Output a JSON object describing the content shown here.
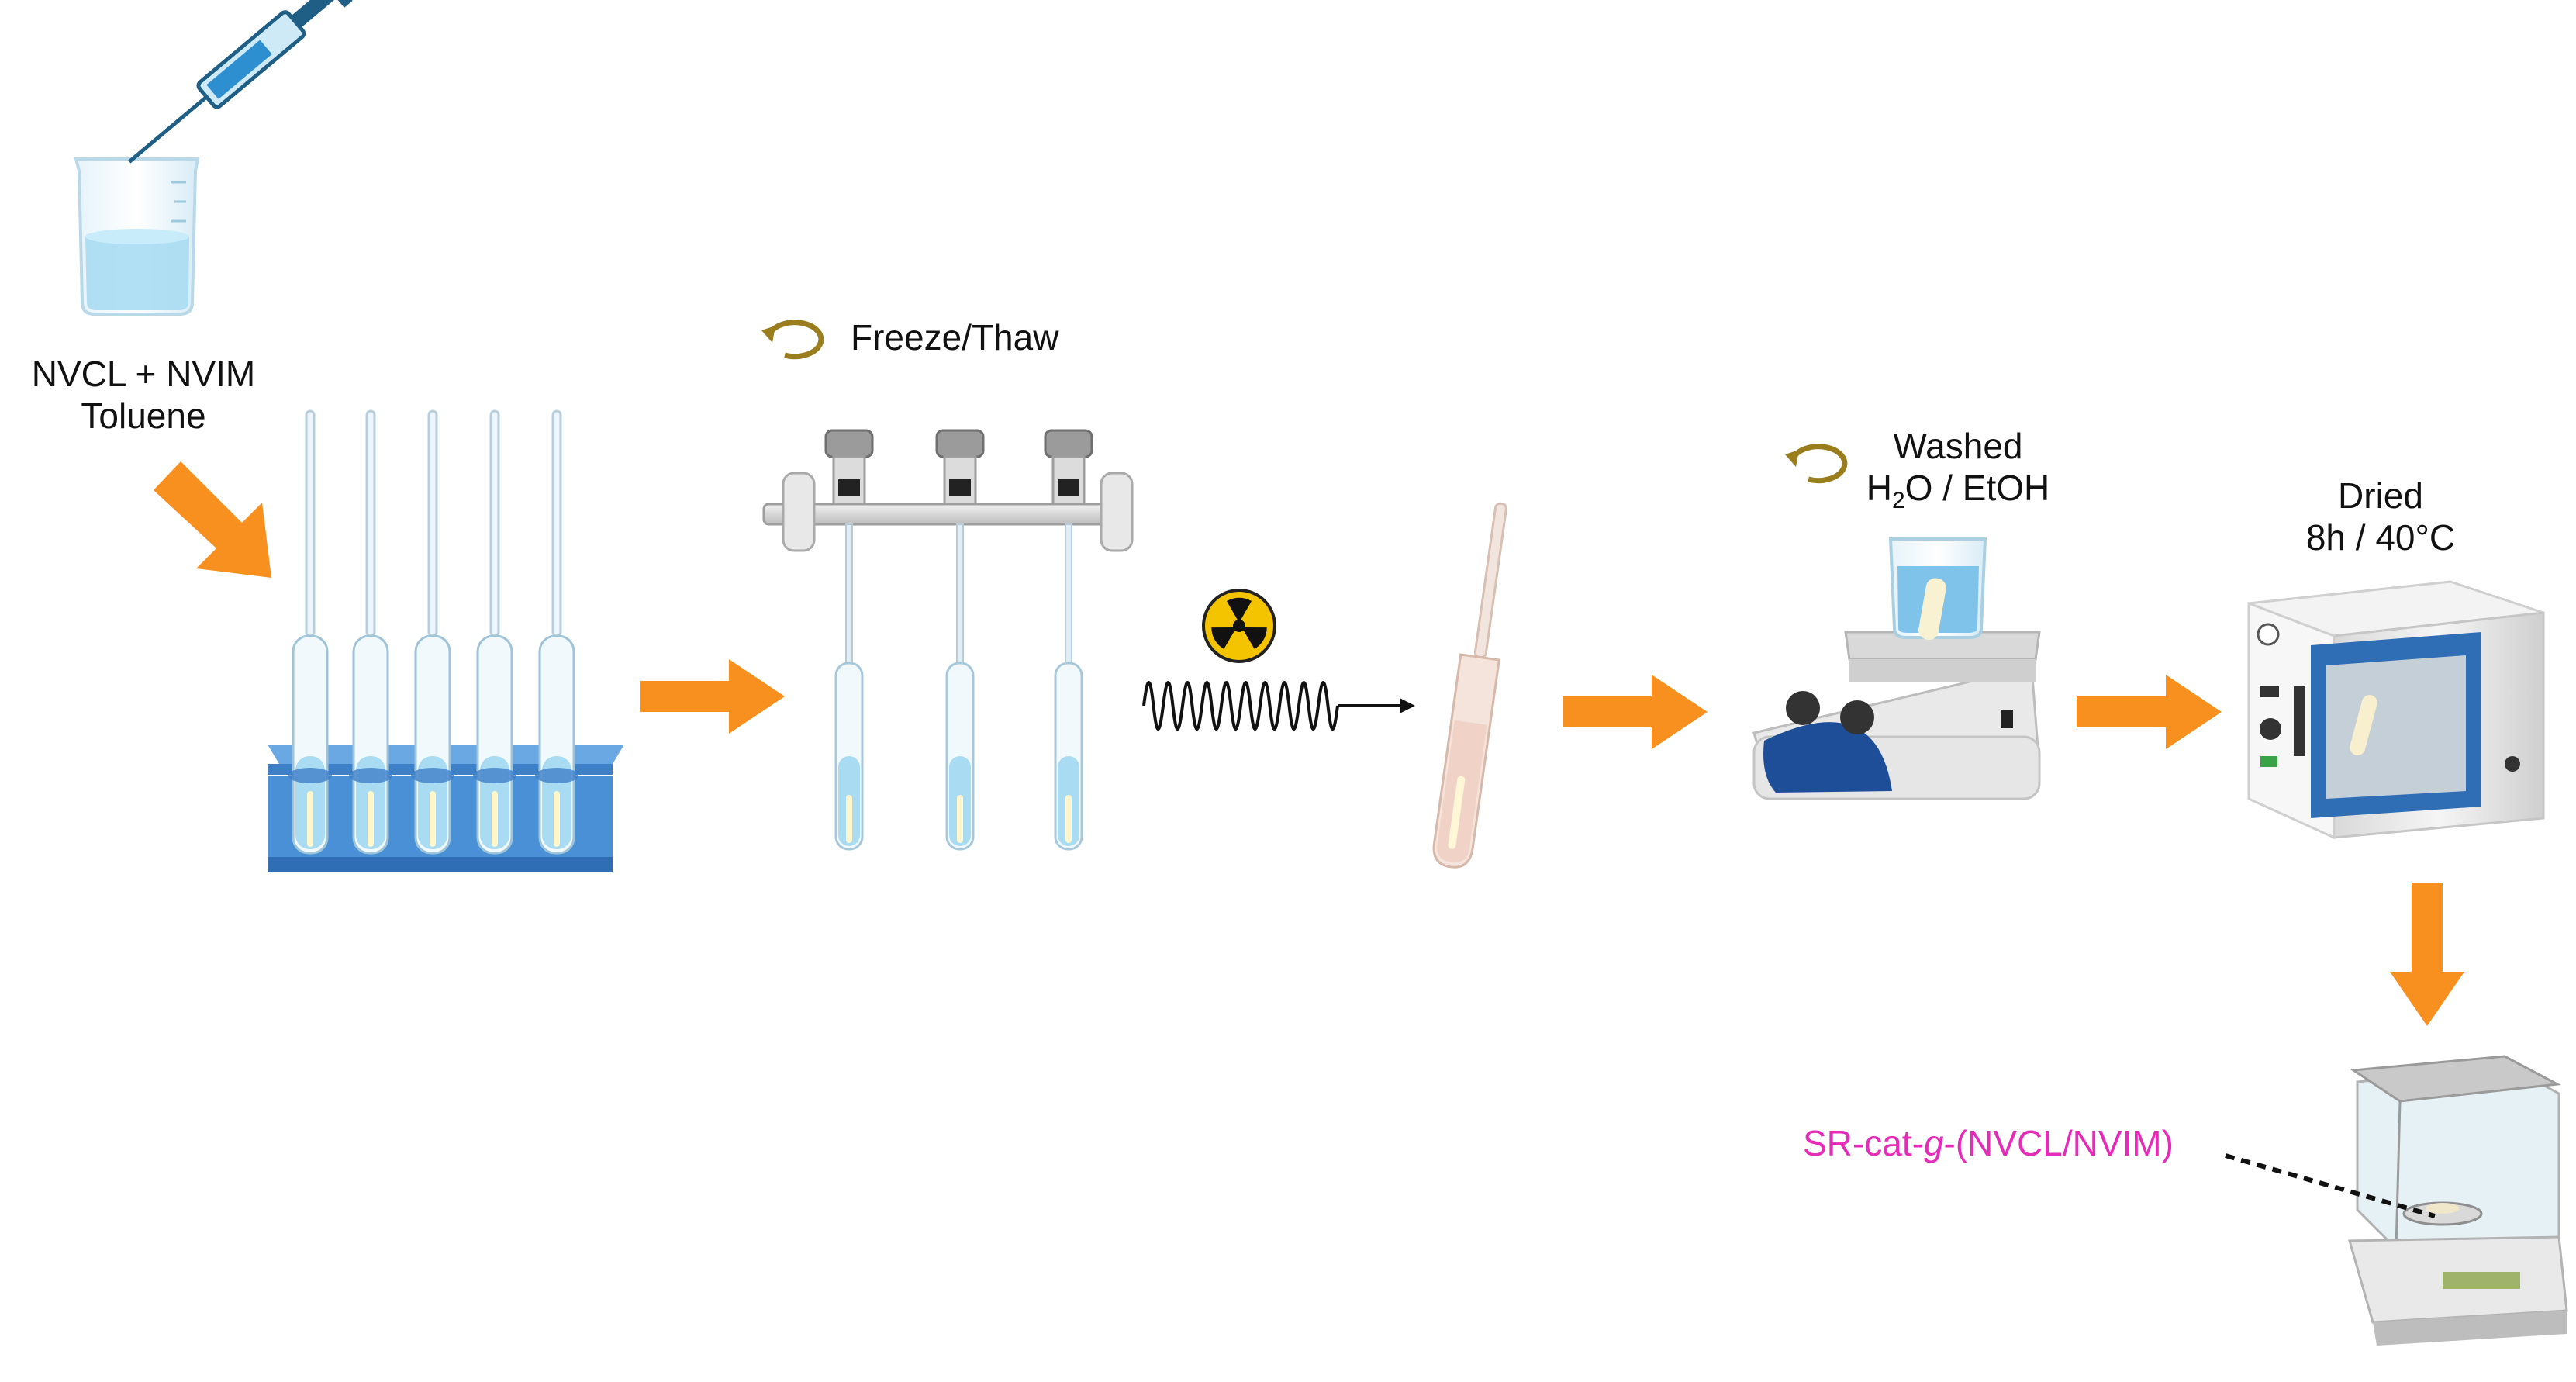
{
  "labels": {
    "reagents_line1": "NVCL + NVIM",
    "reagents_line2": "Toluene",
    "freeze_thaw": "Freeze/Thaw",
    "washed_title": "Washed",
    "washed_h": "H",
    "washed_sub": "2",
    "washed_rest": "O / EtOH",
    "dried_title": "Dried",
    "dried_conditions": "8h / 40°C",
    "product_prefix": "SR-cat-",
    "product_italic": "g",
    "product_suffix": "-(NVCL/NVIM)"
  },
  "colors": {
    "arrow": "#f7901e",
    "liquid": "#a9dcf2",
    "rack": "#4a90d6",
    "oven": "#2f6db5",
    "product_label": "#e62bb8",
    "cycle": "#9a7d1c"
  },
  "icons": [
    "syringe-icon",
    "beaker-icon",
    "test-tube-rack-icon",
    "schlenk-line-icon",
    "radiation-icon",
    "wave-icon",
    "sealed-ampoule-icon",
    "hotplate-stirrer-icon",
    "vacuum-oven-icon",
    "analytical-balance-icon",
    "cycle-icon"
  ]
}
